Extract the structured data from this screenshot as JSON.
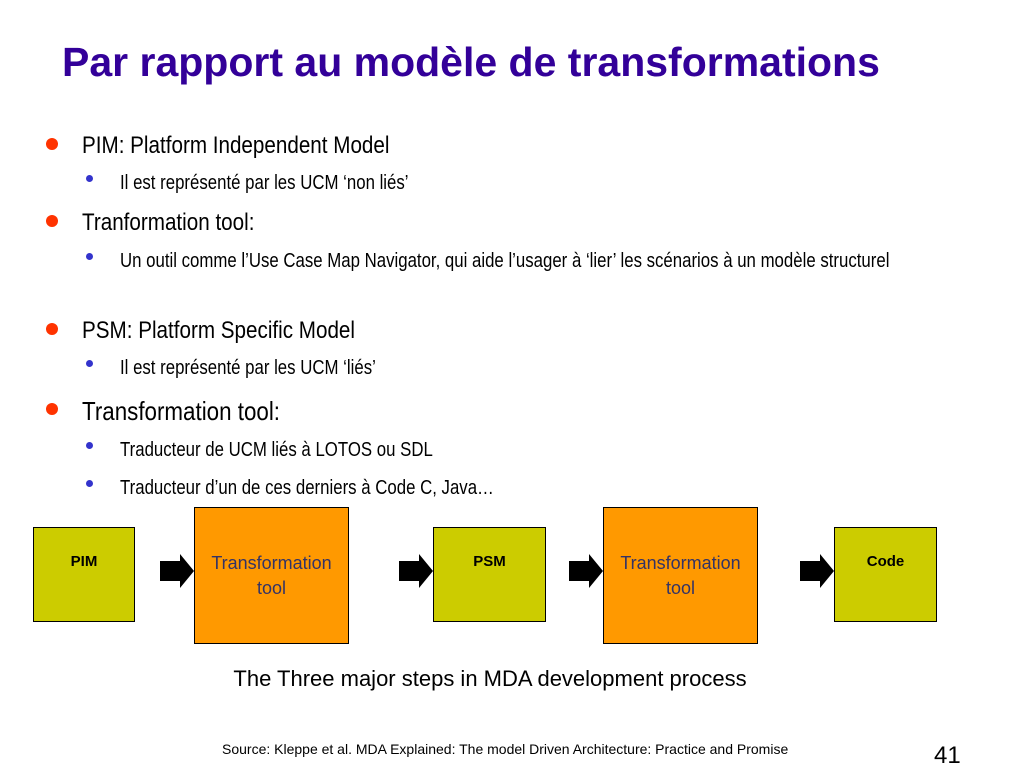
{
  "title": "Par rapport au modèle de transformations",
  "bullets": [
    {
      "text": "PIM: Platform Independent Model",
      "sub": [
        "Il est représenté par les UCM ‘non liés’"
      ]
    },
    {
      "text": "Tranformation tool:",
      "sub": [
        "Un outil comme l’Use Case Map Navigator, qui aide l’usager à ‘lier’ les scénarios à un modèle structurel"
      ]
    },
    {
      "text": "PSM: Platform Specific Model",
      "sub": [
        "Il est représenté par les UCM ‘liés’"
      ]
    },
    {
      "text": "Transformation tool:",
      "sub": [
        "Traducteur  de UCM liés à LOTOS ou SDL",
        "Traducteur d’un de ces derniers à Code C, Java…"
      ]
    }
  ],
  "diagram": {
    "boxes": [
      {
        "label": "PIM"
      },
      {
        "label": "Transformation tool"
      },
      {
        "label": "PSM"
      },
      {
        "label": "Transformation tool"
      },
      {
        "label": "Code"
      }
    ],
    "caption": "The Three major steps in MDA development process"
  },
  "source": "Source: Kleppe et al.  MDA Explained:  The model Driven Architecture: Practice and Promise",
  "page_number": "41",
  "colors": {
    "title": "#330099",
    "bullet_level1": "#ff3300",
    "bullet_level2": "#3333cc",
    "model_box": "#cccc00",
    "tool_box": "#ff9900",
    "tool_text": "#333366"
  }
}
